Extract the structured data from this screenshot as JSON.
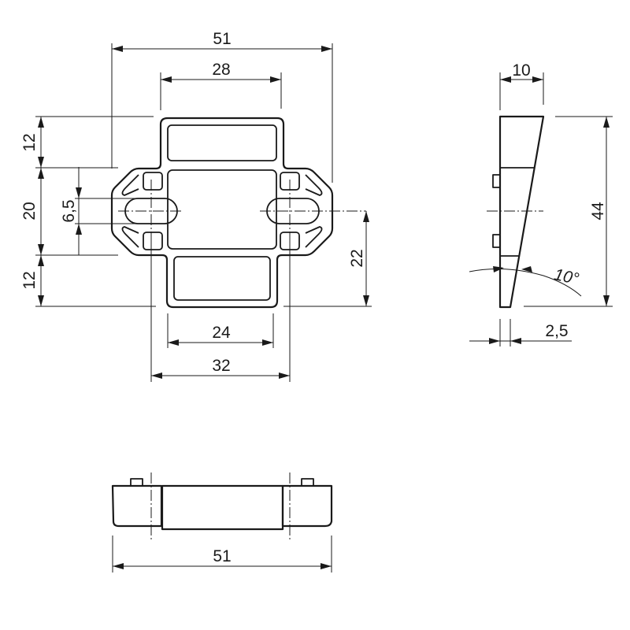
{
  "dimensions": {
    "top_width": "51",
    "upper_width": "28",
    "left_upper_height": "12",
    "left_middle_height": "20",
    "slot_height": "6,5",
    "left_lower_height": "12",
    "right_height": "22",
    "lower_width": "24",
    "hole_spacing": "32",
    "side_top_width": "10",
    "side_height": "44",
    "side_angle": "10°",
    "side_bottom_width": "2,5",
    "bottom_width": "51"
  }
}
